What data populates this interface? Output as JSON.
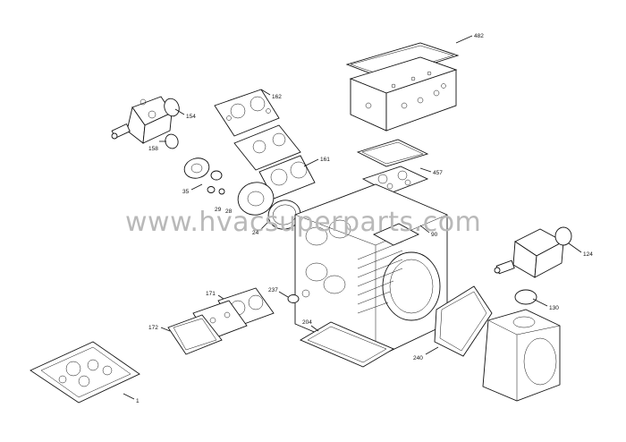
{
  "watermark": "www.hvacsuperparts.com",
  "callouts": [
    {
      "id": "482",
      "label": "482"
    },
    {
      "id": "162",
      "label": "162"
    },
    {
      "id": "154",
      "label": "154"
    },
    {
      "id": "158",
      "label": "158"
    },
    {
      "id": "161",
      "label": "161"
    },
    {
      "id": "457",
      "label": "457"
    },
    {
      "id": "35",
      "label": "35"
    },
    {
      "id": "29",
      "label": "29"
    },
    {
      "id": "28",
      "label": "28"
    },
    {
      "id": "24",
      "label": "24"
    },
    {
      "id": "90",
      "label": "90"
    },
    {
      "id": "124",
      "label": "124"
    },
    {
      "id": "237",
      "label": "237"
    },
    {
      "id": "171",
      "label": "171"
    },
    {
      "id": "130",
      "label": "130"
    },
    {
      "id": "172",
      "label": "172"
    },
    {
      "id": "204",
      "label": "204"
    },
    {
      "id": "240",
      "label": "240"
    },
    {
      "id": "1",
      "label": "1"
    }
  ]
}
